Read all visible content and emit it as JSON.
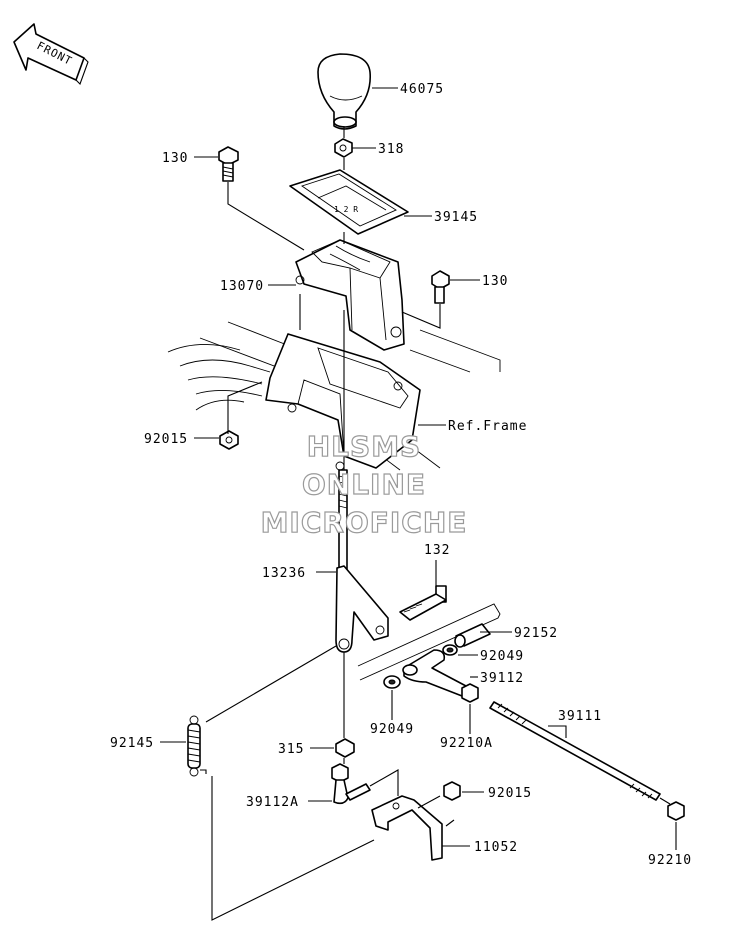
{
  "arrow": {
    "label": "FRONT"
  },
  "callouts": [
    {
      "id": "46075",
      "label": "46075"
    },
    {
      "id": "318",
      "label": "318"
    },
    {
      "id": "130a",
      "label": "130"
    },
    {
      "id": "39145",
      "label": "39145"
    },
    {
      "id": "130b",
      "label": "130"
    },
    {
      "id": "13070",
      "label": "13070"
    },
    {
      "id": "92015a",
      "label": "92015"
    },
    {
      "id": "ref-frame",
      "label": "Ref.Frame"
    },
    {
      "id": "132",
      "label": "132"
    },
    {
      "id": "13236",
      "label": "13236"
    },
    {
      "id": "92152",
      "label": "92152"
    },
    {
      "id": "92049a",
      "label": "92049"
    },
    {
      "id": "39112",
      "label": "39112"
    },
    {
      "id": "92049b",
      "label": "92049"
    },
    {
      "id": "92210A",
      "label": "92210A"
    },
    {
      "id": "39111",
      "label": "39111"
    },
    {
      "id": "92145",
      "label": "92145"
    },
    {
      "id": "315",
      "label": "315"
    },
    {
      "id": "39112A",
      "label": "39112A"
    },
    {
      "id": "92015b",
      "label": "92015"
    },
    {
      "id": "11052",
      "label": "11052"
    },
    {
      "id": "92210",
      "label": "92210"
    }
  ],
  "watermark": {
    "line1": "HLSMS",
    "line2": "ONLINE",
    "line3": "MICROFICHE"
  }
}
